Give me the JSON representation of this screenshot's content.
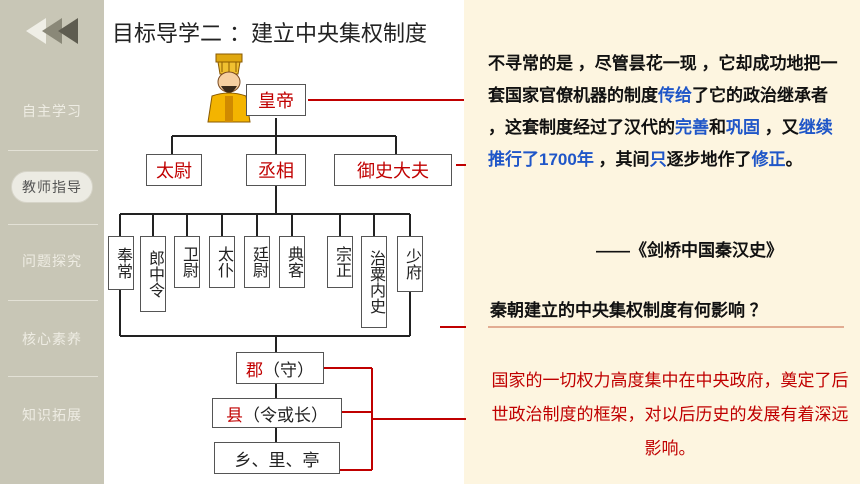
{
  "sidebar": {
    "items": [
      {
        "label": "自主学习",
        "active": false
      },
      {
        "label": "教师指导",
        "active": true
      },
      {
        "label": "问题探究",
        "active": false
      },
      {
        "label": "核心素养",
        "active": false
      },
      {
        "label": "知识拓展",
        "active": false
      }
    ]
  },
  "title": "目标导学二 ：建立中央集权制度",
  "diagram": {
    "emperor": "皇帝",
    "top_officials": [
      "太尉",
      "丞相",
      "御史大夫"
    ],
    "ministers": [
      "奉常",
      "郎中令",
      "卫尉",
      "太仆",
      "廷尉",
      "典客",
      "宗正",
      "治粟内史",
      "少府"
    ],
    "commandery_name": "郡",
    "commandery_note": "（守）",
    "county_name": "县",
    "county_note": "（令或长）",
    "villages": "乡、里、亭"
  },
  "quote": {
    "p1": "不寻常的是 ，尽管昙花一现 ，它却成功地把一套国家官僚机器的制度",
    "h1": "传给",
    "p2": "了它的政治继承者 ，这套制度经过了汉代的",
    "h2": "完善",
    "p3": "和",
    "h3": "巩固",
    "p4": " ，又",
    "h4": "继续推行了1700年",
    "p5": " ，其间",
    "h5": "只",
    "p6": "逐步地作了",
    "h6": "修正",
    "p7": "。",
    "source": "——《剑桥中国秦汉史》"
  },
  "question": "秦朝建立的中央集权制度有何影响 ？",
  "answer": "国家的一切权力高度集中在中央政府，奠定了后世政治制度的框架，对以后历史的发展有着深远影响。"
}
